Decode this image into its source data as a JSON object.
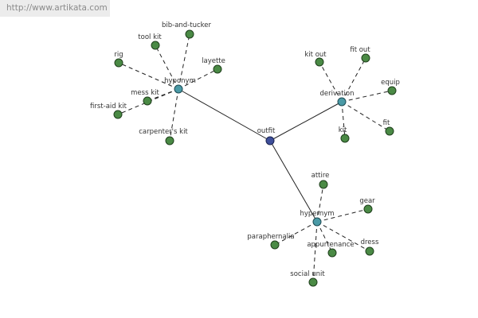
{
  "watermark": "http://www.artikata.com",
  "colors": {
    "leaf": "#4a8a45",
    "hub": "#4a9aa6",
    "center": "#3e4f9a"
  },
  "center": {
    "id": "outfit",
    "label": "outfit"
  },
  "groups": [
    {
      "id": "hyponym",
      "label": "hyponym",
      "leaves": [
        {
          "id": "rig",
          "label": "rig"
        },
        {
          "id": "tool-kit",
          "label": "tool kit"
        },
        {
          "id": "bib-and-tucker",
          "label": "bib-and-tucker"
        },
        {
          "id": "layette",
          "label": "layette"
        },
        {
          "id": "mess-kit",
          "label": "mess kit"
        },
        {
          "id": "first-aid-kit",
          "label": "first-aid kit"
        },
        {
          "id": "carpenters-kit",
          "label": "carpenter's kit"
        }
      ]
    },
    {
      "id": "derivation",
      "label": "derivation",
      "leaves": [
        {
          "id": "kit-out",
          "label": "kit out"
        },
        {
          "id": "fit-out",
          "label": "fit out"
        },
        {
          "id": "equip",
          "label": "equip"
        },
        {
          "id": "fit",
          "label": "fit"
        },
        {
          "id": "kit",
          "label": "kit"
        }
      ]
    },
    {
      "id": "hypernym",
      "label": "hypernym",
      "leaves": [
        {
          "id": "attire",
          "label": "attire"
        },
        {
          "id": "gear",
          "label": "gear"
        },
        {
          "id": "dress",
          "label": "dress"
        },
        {
          "id": "appurtenance",
          "label": "appurtenance"
        },
        {
          "id": "paraphernalia",
          "label": "paraphernalia"
        },
        {
          "id": "social-unit",
          "label": "social unit"
        }
      ]
    }
  ]
}
